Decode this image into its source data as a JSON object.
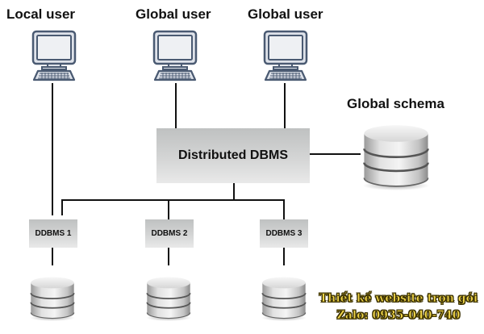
{
  "users": [
    {
      "label": "Local user",
      "icon": "desktop-computer-icon"
    },
    {
      "label": "Global user",
      "icon": "desktop-computer-icon"
    },
    {
      "label": "Global user",
      "icon": "desktop-computer-icon"
    }
  ],
  "central": {
    "label": "Distributed DBMS"
  },
  "global_schema": {
    "label": "Global schema",
    "icon": "database-icon"
  },
  "nodes": [
    {
      "label": "DDBMS 1",
      "icon": "database-icon"
    },
    {
      "label": "DDBMS 2",
      "icon": "database-icon"
    },
    {
      "label": "DDBMS 3",
      "icon": "database-icon"
    }
  ],
  "watermark": {
    "line1": "Thiết kế website trọn gói",
    "line2": "Zalo: 0935-040-740"
  },
  "colors": {
    "computer_stroke": "#4a5a72",
    "computer_screen": "#eef0f3",
    "box_top": "#bfc1c1",
    "box_bottom": "#e9e9e9",
    "watermark_fill": "#f1d64a"
  }
}
